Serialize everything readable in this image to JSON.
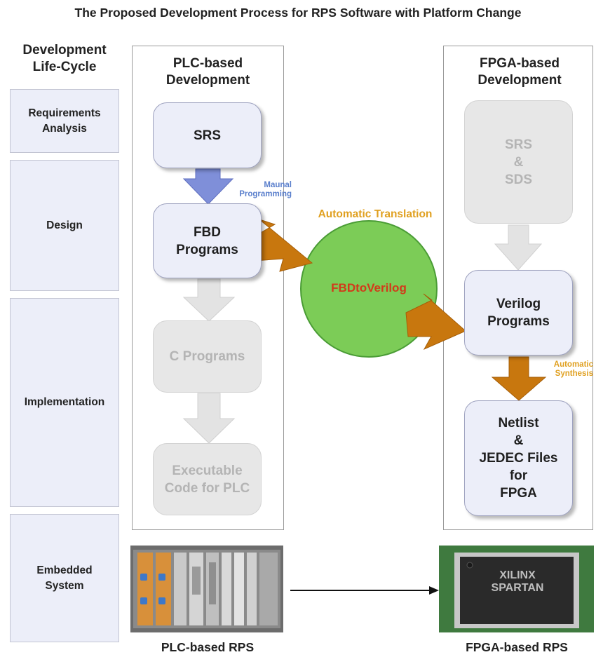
{
  "title": "The Proposed Development Process for RPS Software with Platform Change",
  "lifecycle": {
    "header": [
      "Development",
      "Life-Cycle"
    ],
    "stages": [
      {
        "lines": [
          "Requirements",
          "Analysis"
        ]
      },
      {
        "lines": [
          "Design"
        ]
      },
      {
        "lines": [
          "Implementation"
        ]
      },
      {
        "lines": [
          "Embedded",
          "System"
        ]
      }
    ]
  },
  "plc": {
    "header": [
      "PLC-based",
      "Development"
    ],
    "boxes": {
      "srs": [
        "SRS"
      ],
      "fbd": [
        "FBD",
        "Programs"
      ],
      "c": [
        "C Programs"
      ],
      "exe": [
        "Executable",
        "Code for PLC"
      ]
    },
    "manual_label": [
      "Maunal",
      "Programming"
    ],
    "system_caption": "PLC-based RPS"
  },
  "fpga": {
    "header": [
      "FPGA-based",
      "Development"
    ],
    "boxes": {
      "srs_sds": [
        "SRS",
        "&",
        "SDS"
      ],
      "verilog": [
        "Verilog",
        "Programs"
      ],
      "netlist": [
        "Netlist",
        "&",
        "JEDEC Files",
        "for",
        "FPGA"
      ]
    },
    "synthesis_label": [
      "Automatic",
      "Synthesis"
    ],
    "chip_text": [
      "XILINX",
      "SPARTAN"
    ],
    "system_caption": "FPGA-based RPS"
  },
  "translator": {
    "label": "FBDtoVerilog",
    "translation_label": "Automatic Translation"
  },
  "colors": {
    "orange_arrow": "#c8770e",
    "blue_arrow": "#7f8fd9",
    "gray_arrow": "#e3e3e3",
    "circle_fill": "#7ccc57",
    "circle_text": "#d23a1a",
    "label_orange": "#e0a020",
    "label_blue": "#5a7fcc"
  }
}
